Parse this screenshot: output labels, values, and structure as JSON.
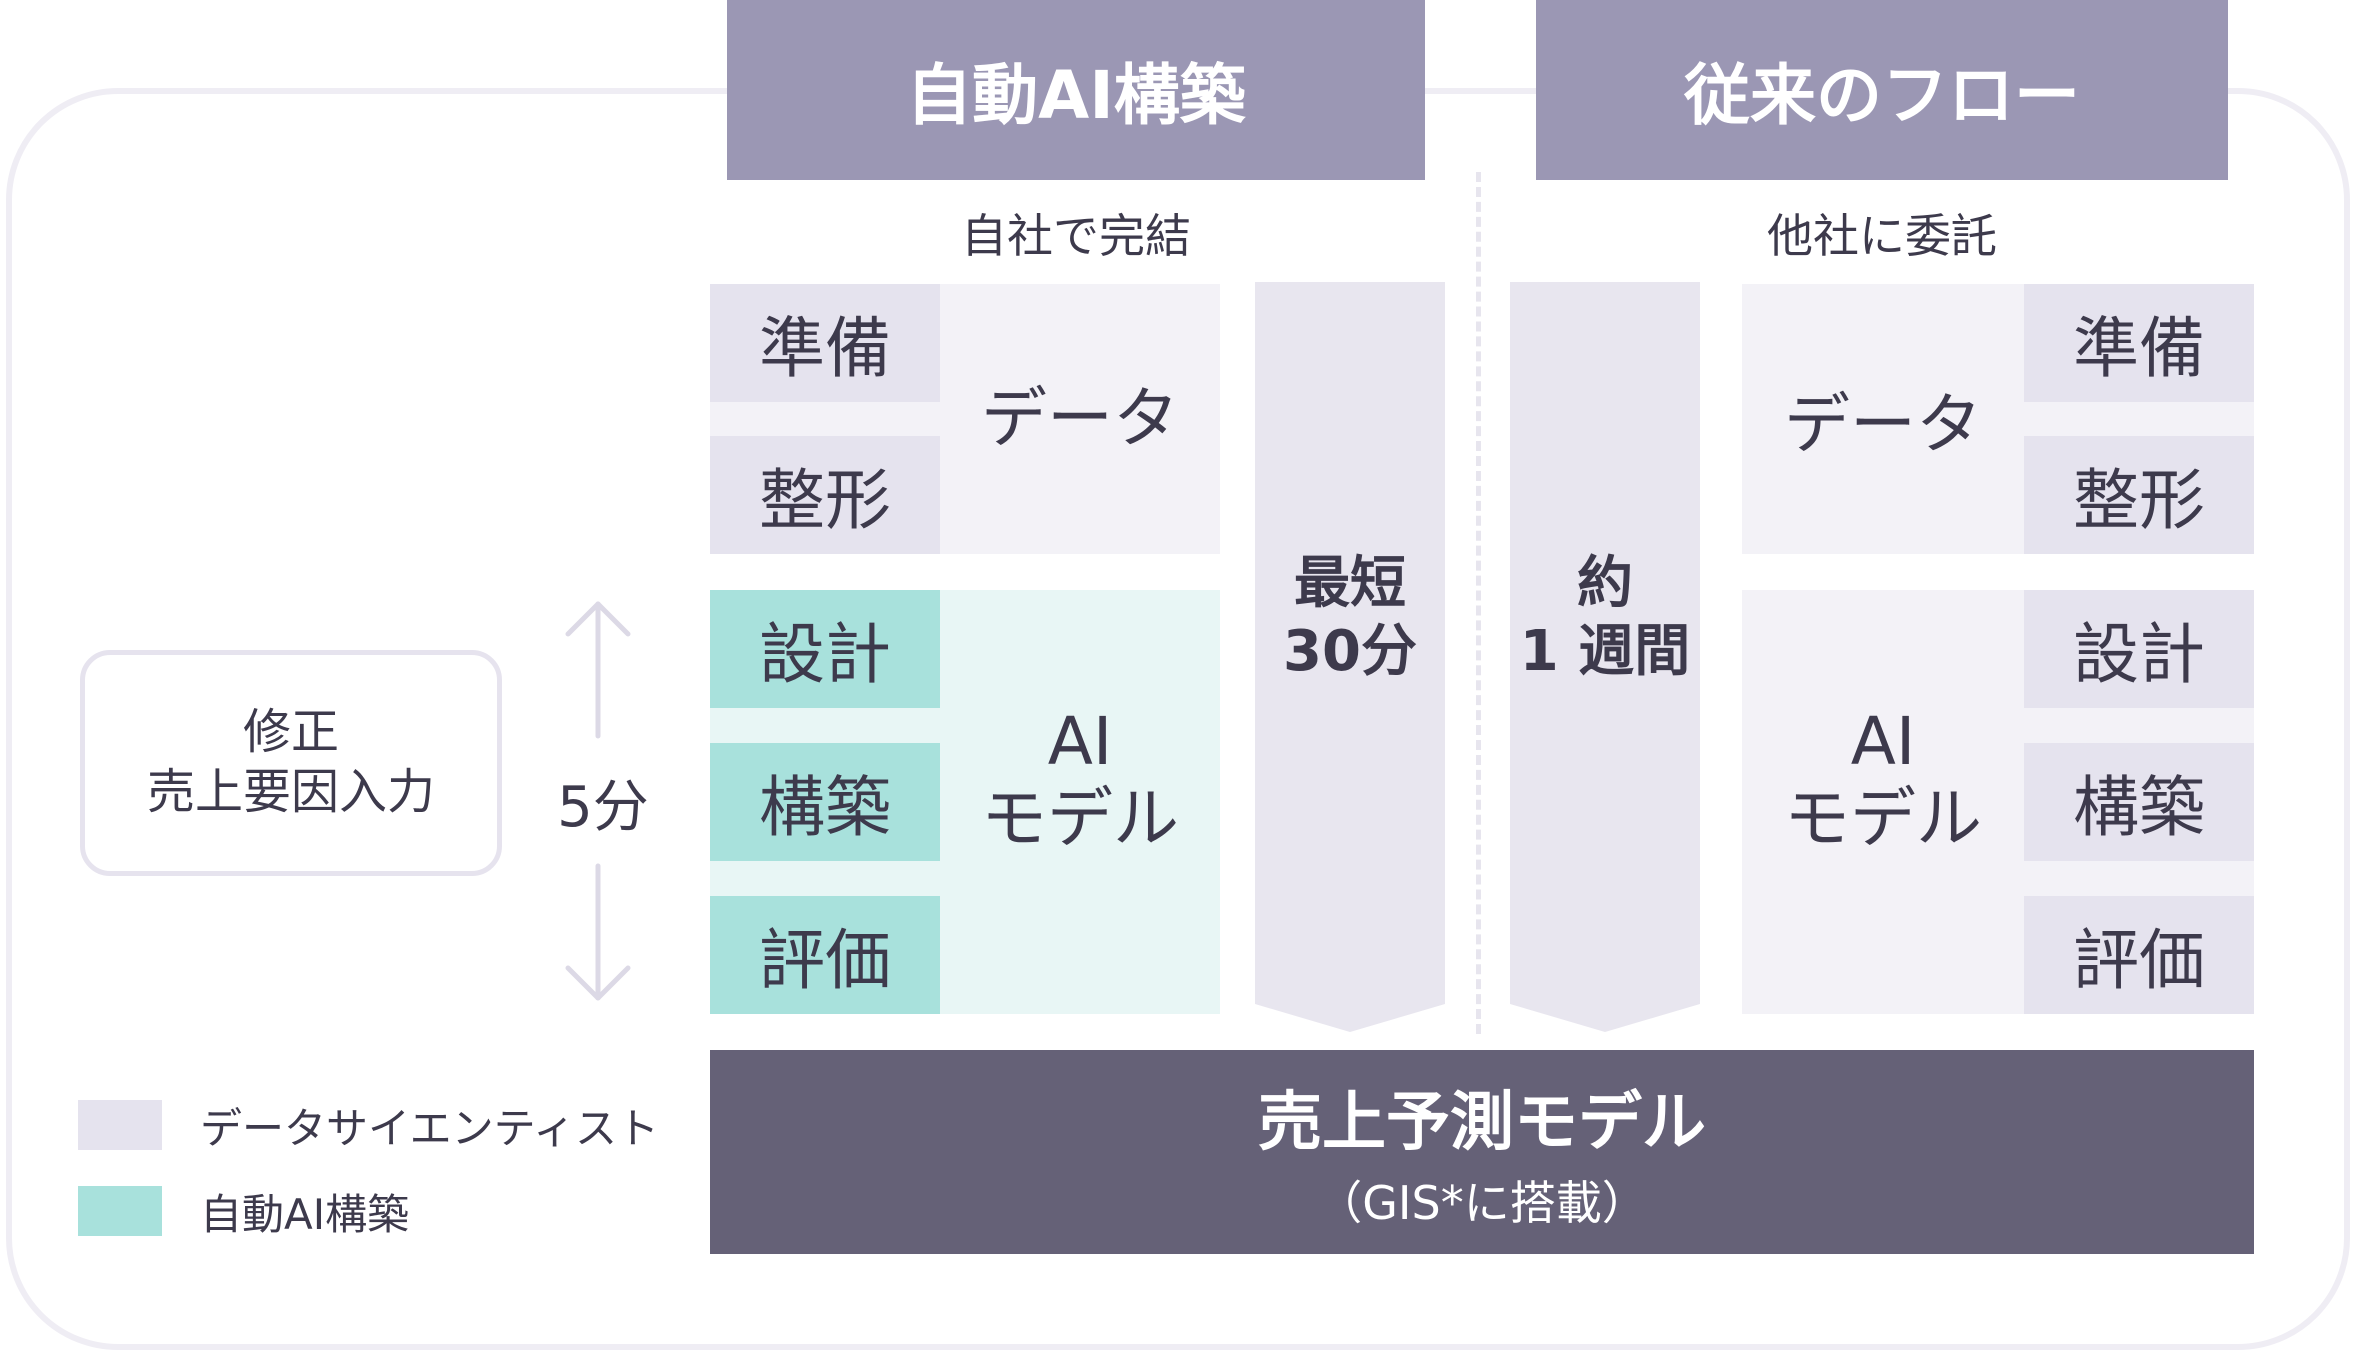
{
  "headers": {
    "auto": "自動AI構築",
    "traditional": "従来のフロー"
  },
  "subheaders": {
    "auto": "自社で完結",
    "traditional": "他社に委託"
  },
  "auto_flow": {
    "steps": [
      "準備",
      "整形",
      "設計",
      "構築",
      "評価"
    ],
    "data_label": "データ",
    "model_label_line1": "AI",
    "model_label_line2": "モデル",
    "time_line1": "最短",
    "time_line2": "30分"
  },
  "traditional_flow": {
    "steps": [
      "準備",
      "整形",
      "設計",
      "構築",
      "評価"
    ],
    "data_label": "データ",
    "model_label_line1": "AI",
    "model_label_line2": "モデル",
    "time_line1": "約",
    "time_line2": "1 週間"
  },
  "bottom": {
    "title": "売上予測モデル",
    "subtitle": "（GIS*に搭載）"
  },
  "side_input": {
    "line1": "修正",
    "line2": "売上要因入力",
    "duration": "5分"
  },
  "legend": [
    {
      "label": "データサイエンティスト",
      "color": "#e5e3ee"
    },
    {
      "label": "自動AI構築",
      "color": "#a8e1dc"
    }
  ],
  "colors": {
    "header": "#9b97b4",
    "bottom_bar": "#656177",
    "data_scientist": "#e5e3ee",
    "auto_ai": "#a8e1dc"
  }
}
